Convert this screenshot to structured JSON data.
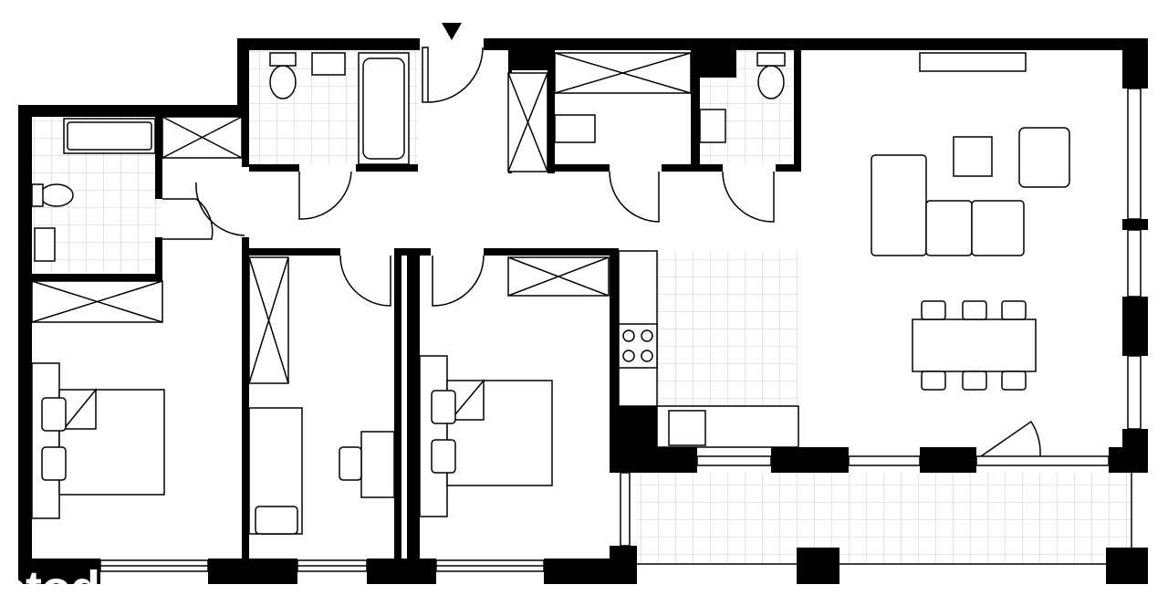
{
  "plan": {
    "rooms": [
      "bathroom-1",
      "bathroom-2",
      "wc",
      "bedroom-1",
      "bedroom-2",
      "bedroom-3",
      "hallway",
      "kitchen",
      "living-room",
      "balcony"
    ],
    "entrance_marker": "triangle-down",
    "colors": {
      "wall": "#000000",
      "tile": "#c8c8c8",
      "background": "#ffffff"
    }
  },
  "watermark": {
    "text": "otodom"
  }
}
